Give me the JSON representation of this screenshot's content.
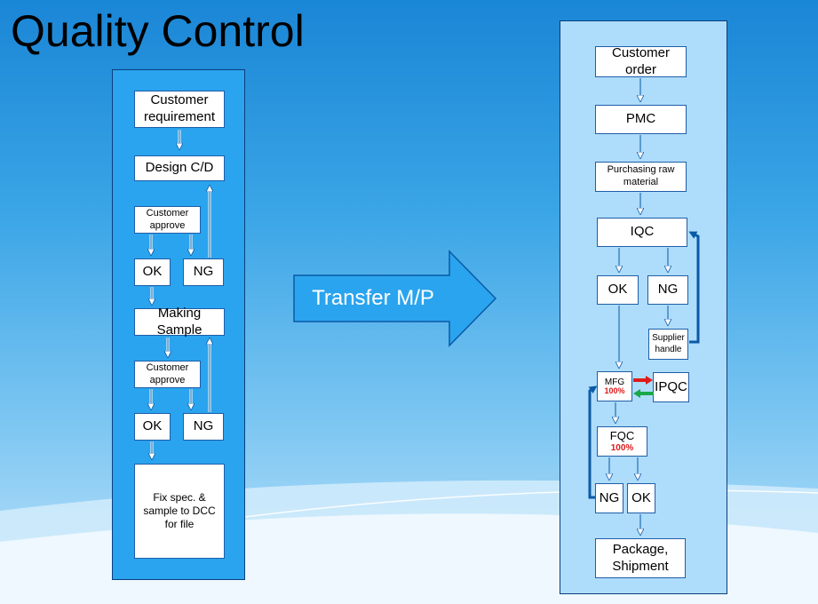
{
  "title": "Quality Control",
  "transfer_label": "Transfer M/P",
  "left_flow": {
    "customer_requirement": "Customer\nrequirement",
    "design_cd": "Design C/D",
    "customer_approve_1": "Customer\napprove",
    "ok_1": "OK",
    "ng_1": "NG",
    "making_sample": "Making\nSample",
    "customer_approve_2": "Customer\napprove",
    "ok_2": "OK",
    "ng_2": "NG",
    "fix_spec": "Fix spec. &\nsample to DCC\nfor file"
  },
  "right_flow": {
    "customer_order": "Customer\norder",
    "pmc": "PMC",
    "purchasing": "Purchasing raw\nmaterial",
    "iqc": "IQC",
    "ok": "OK",
    "ng": "NG",
    "supplier_handle": "Supplier\nhandle",
    "mfg": "MFG",
    "mfg_pct": "100%",
    "ipqc": "IPQC",
    "fqc": "FQC",
    "fqc_pct": "100%",
    "ng_final": "NG",
    "ok_final": "OK",
    "package": "Package,\nShipment"
  },
  "colors": {
    "arrow_fill": "#2aa4ee",
    "connector": "#0b5aa6",
    "red_arrow": "#e0191a",
    "green_arrow": "#1aa84a"
  }
}
